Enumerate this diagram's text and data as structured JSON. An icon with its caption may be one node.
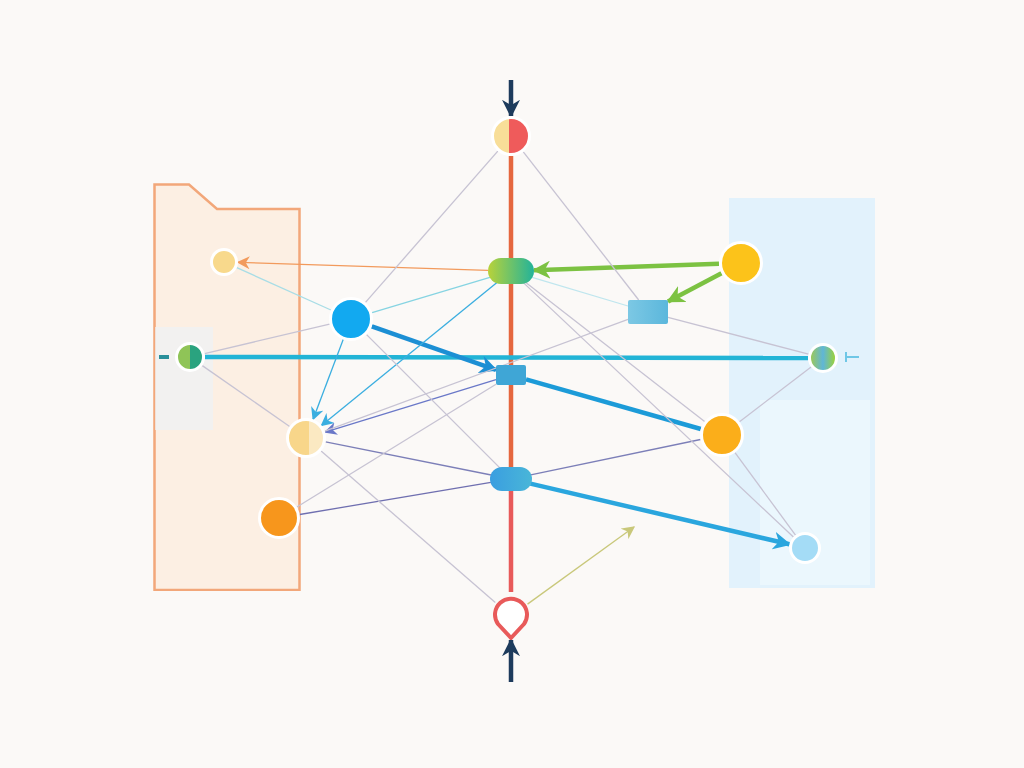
{
  "diagram": {
    "nodes": [
      {
        "text": [],
        "shape": "folder"
      },
      {
        "text": [],
        "shape": "panel"
      },
      {
        "text": [],
        "shape": "circle"
      },
      {
        "text": [],
        "shape": "ellipse"
      },
      {
        "text": [],
        "shape": "box"
      },
      {
        "text": [],
        "shape": "ellipse"
      },
      {
        "text": [],
        "shape": "pin"
      },
      {
        "text": [],
        "shape": "circle"
      },
      {
        "text": [],
        "shape": "circle",
        "in": 0
      },
      {
        "text": [],
        "shape": "circle",
        "in": 0
      },
      {
        "text": [],
        "shape": "circle"
      },
      {
        "text": [],
        "shape": "circle",
        "in": 0
      },
      {
        "text": [],
        "shape": "circle"
      },
      {
        "text": [],
        "shape": "box"
      },
      {
        "text": [],
        "shape": "circle",
        "in": 1
      },
      {
        "text": [],
        "shape": "circle"
      },
      {
        "text": [],
        "shape": "circle",
        "in": 1
      }
    ],
    "edges": [
      {
        "from": null,
        "to": 2,
        "arrow": "to",
        "style": "thick",
        "color": "#1d3b5c"
      },
      {
        "from": 2,
        "to": 3,
        "arrow": "none",
        "style": "thick",
        "color": "#e5673f"
      },
      {
        "from": 3,
        "to": 4,
        "arrow": "none",
        "style": "thick",
        "color": "#e5673f"
      },
      {
        "from": 4,
        "to": 5,
        "arrow": "none",
        "style": "thick",
        "color": "#e5673f"
      },
      {
        "from": 5,
        "to": 6,
        "arrow": "none",
        "style": "thick",
        "color": "#e85a5a"
      },
      {
        "from": null,
        "to": 6,
        "arrow": "to",
        "style": "thick",
        "color": "#1d3b5c"
      },
      {
        "from": 3,
        "to": 8,
        "arrow": "to",
        "color": "#f29a5c"
      },
      {
        "from": 12,
        "to": 3,
        "arrow": "to",
        "style": "thick",
        "color": "#7cc242"
      },
      {
        "from": 12,
        "to": 13,
        "arrow": "to",
        "style": "thick",
        "color": "#7cc242"
      },
      {
        "from": 9,
        "to": 14,
        "arrow": "none",
        "style": "thick",
        "color": "#22b4d6"
      },
      {
        "from": 7,
        "to": 4,
        "arrow": "to",
        "style": "thick",
        "color": "#1c8fd4"
      },
      {
        "from": 4,
        "to": 15,
        "arrow": "none",
        "style": "thick",
        "color": "#1c9bd8"
      },
      {
        "from": 5,
        "to": 16,
        "arrow": "to",
        "style": "thick",
        "color": "#2aa6de"
      },
      {
        "from": 7,
        "to": 3,
        "arrow": "none",
        "color": "#86d4e2"
      },
      {
        "from": 7,
        "to": 8,
        "arrow": "none",
        "color": "#a8dde6"
      },
      {
        "from": 7,
        "to": 10,
        "arrow": "to",
        "color": "#3aaee0"
      },
      {
        "from": 3,
        "to": 10,
        "arrow": "to",
        "color": "#3aaee0"
      },
      {
        "from": 4,
        "to": 10,
        "arrow": "to",
        "color": "#6a78c8"
      },
      {
        "from": 9,
        "to": 7,
        "arrow": "none"
      },
      {
        "from": 9,
        "to": 10,
        "arrow": "none"
      },
      {
        "from": 10,
        "to": 5,
        "arrow": "none",
        "color": "#7c7fb8"
      },
      {
        "from": 11,
        "to": 5,
        "arrow": "none",
        "color": "#6f6fb0"
      },
      {
        "from": 11,
        "to": 4,
        "arrow": "none"
      },
      {
        "from": 2,
        "to": 7,
        "arrow": "none"
      },
      {
        "from": 2,
        "to": 13,
        "arrow": "none"
      },
      {
        "from": 3,
        "to": 13,
        "arrow": "none",
        "color": "#bfe6ee"
      },
      {
        "from": 3,
        "to": 15,
        "arrow": "none"
      },
      {
        "from": 7,
        "to": 5,
        "arrow": "none"
      },
      {
        "from": 10,
        "to": 6,
        "arrow": "none"
      },
      {
        "from": 13,
        "to": 14,
        "arrow": "none"
      },
      {
        "from": 15,
        "to": 14,
        "arrow": "none"
      },
      {
        "from": 15,
        "to": 16,
        "arrow": "none"
      },
      {
        "from": 5,
        "to": 15,
        "arrow": "none",
        "color": "#7c7fb8"
      },
      {
        "from": 6,
        "to": null,
        "arrow": "to",
        "color": "#c9c87a"
      },
      {
        "from": 13,
        "to": 10,
        "arrow": "none"
      },
      {
        "from": 3,
        "to": 16,
        "arrow": "none"
      }
    ]
  }
}
